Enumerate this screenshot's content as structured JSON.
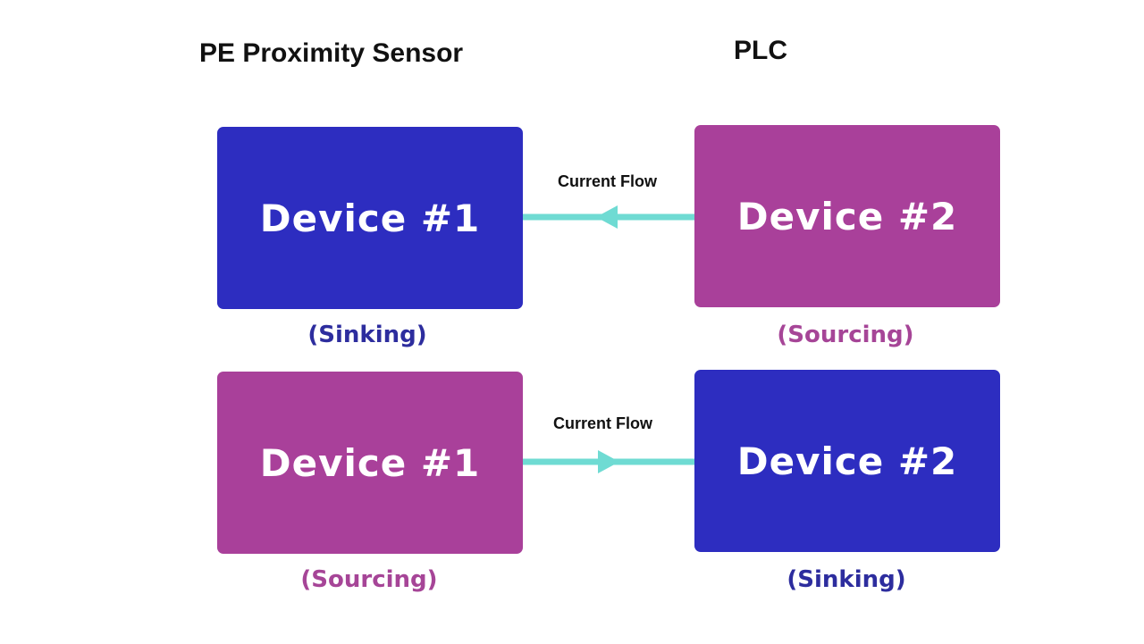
{
  "headings": {
    "left": "PE Proximity Sensor",
    "right": "PLC"
  },
  "colors": {
    "sinking_box": "#2d2dc0",
    "sourcing_box": "#a9409a",
    "sinking_text": "#2d2d9e",
    "sourcing_text": "#a64597",
    "current_flow_arrow": "#6fdbd3",
    "heading_text": "#111111",
    "background": "#ffffff"
  },
  "rows": [
    {
      "left_device": {
        "label": "Device #1",
        "role": "(Sinking)",
        "type": "sinking"
      },
      "right_device": {
        "label": "Device #2",
        "role": "(Sourcing)",
        "type": "sourcing"
      },
      "connection": {
        "label": "Current Flow",
        "direction": "right-to-left",
        "arrow_icon": "arrow-left"
      }
    },
    {
      "left_device": {
        "label": "Device #1",
        "role": "(Sourcing)",
        "type": "sourcing"
      },
      "right_device": {
        "label": "Device #2",
        "role": "(Sinking)",
        "type": "sinking"
      },
      "connection": {
        "label": "Current Flow",
        "direction": "left-to-right",
        "arrow_icon": "arrow-right"
      }
    }
  ]
}
